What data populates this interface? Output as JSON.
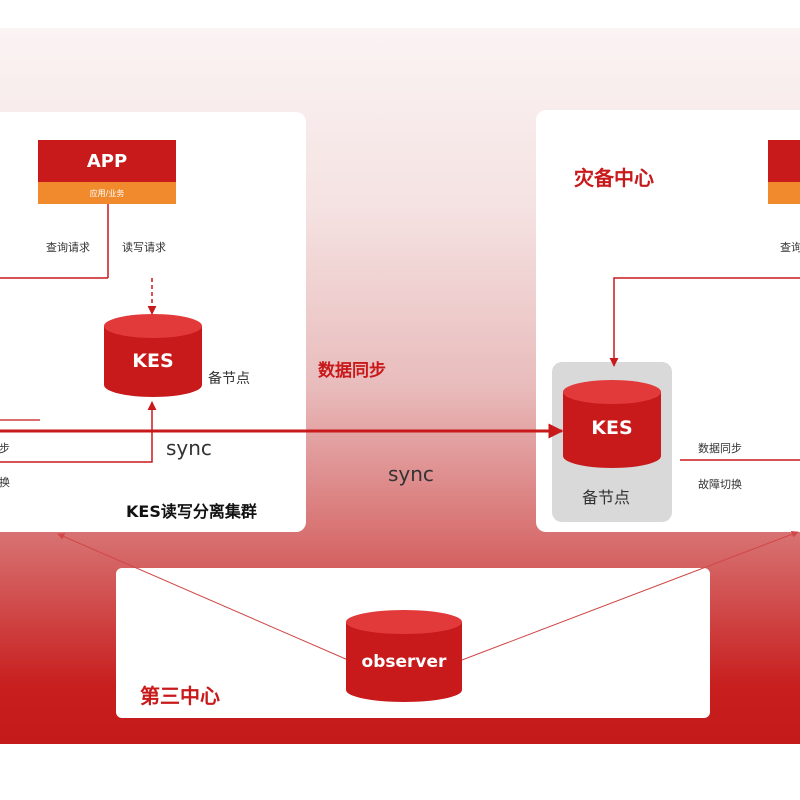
{
  "left_center": {
    "app_label": "APP",
    "app_sub_label": "应用/业务",
    "query_request": "查询请求",
    "rw_request": "读写请求",
    "db_label": "KES",
    "node_label": "备节点",
    "sync_label": "sync",
    "cluster_label": "KES读写分离集群",
    "edge_label_1": "同步",
    "edge_label_2": "切换"
  },
  "middle": {
    "data_sync": "数据同步",
    "sync_label": "sync"
  },
  "disaster_center": {
    "title": "灾备中心",
    "query_request_partial": "查询",
    "db_label": "KES",
    "node_label": "备节点",
    "data_sync": "数据同步",
    "failover": "故障切换"
  },
  "third_center": {
    "title": "第三中心",
    "db_label": "observer"
  },
  "colors": {
    "brand_red": "#c8191b",
    "orange": "#f08a2c"
  }
}
